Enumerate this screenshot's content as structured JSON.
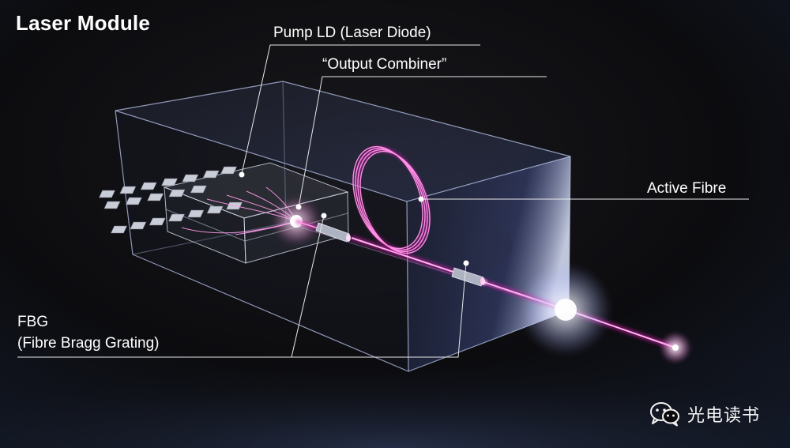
{
  "title": "Laser Module",
  "labels": {
    "pump_ld": "Pump LD (Laser Diode)",
    "output_combiner": "“Output Combiner”",
    "active_fibre": "Active Fibre",
    "fbg_line1": "FBG",
    "fbg_line2": "(Fibre Bragg Grating)"
  },
  "watermark": {
    "text": "光电读书",
    "icon": "wechat-icon"
  },
  "colors": {
    "background": "#0b0b0d",
    "box_edge": "#b8c6ee",
    "fibre": "#ff7ae0",
    "fibre_glow": "#d11fa8",
    "leader": "#e8e8e8",
    "text": "#ffffff"
  }
}
